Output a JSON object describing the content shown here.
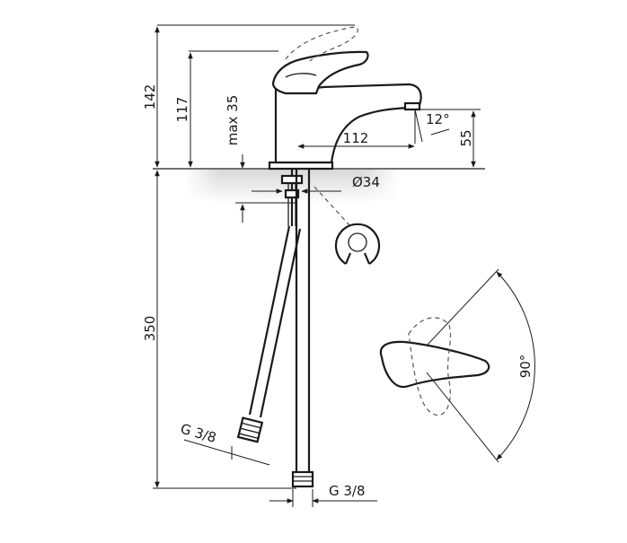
{
  "dimensions": {
    "total_height": "142",
    "lever_height": "117",
    "max_thickness": "max 35",
    "spout_reach": "112",
    "spout_height": "55",
    "spout_angle": "12°",
    "base_diameter": "Ø34",
    "hose_length": "350",
    "thread_left": "G 3/8",
    "thread_right": "G 3/8",
    "rotation_angle": "90°"
  }
}
